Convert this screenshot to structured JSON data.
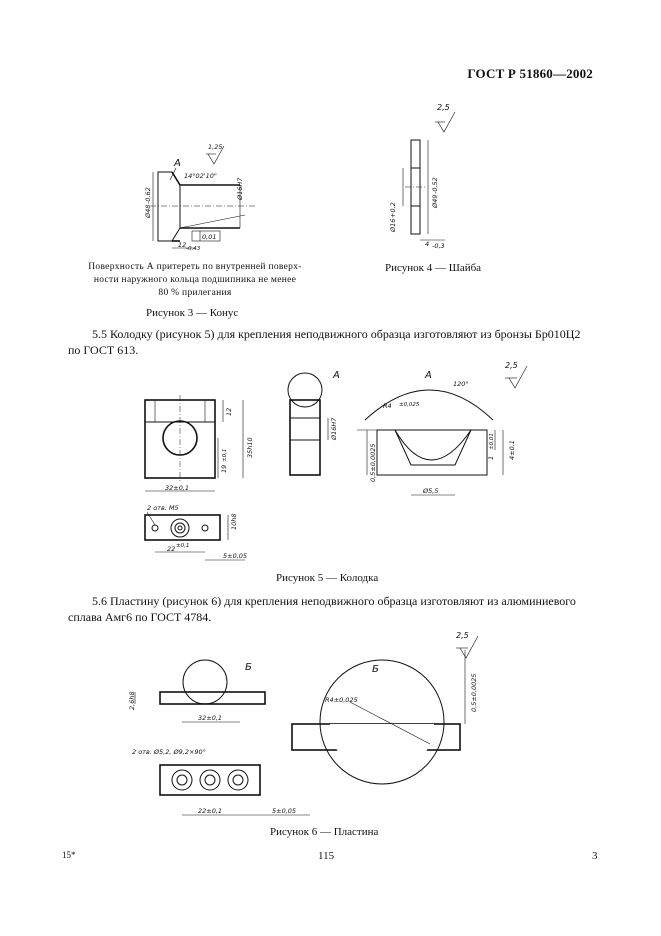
{
  "header": {
    "standard": "ГОСТ Р 51860—2002"
  },
  "figure3": {
    "caption": "Рисунок 3 — Конус",
    "note_lines": [
      "Поверхность А притереть по внутренней поверх-",
      "ности наружного кольца подшипника не менее",
      "80 % прилегания"
    ],
    "dims": {
      "roughness": "1,25",
      "label_a": "А",
      "angle": "14°02'10\"",
      "dia_right": "Ø16H7",
      "dia_left": "Ø48",
      "dia_left_tol": "-0,62",
      "length": "12",
      "length_tol": "-0,43",
      "runout": "0,01"
    }
  },
  "figure4": {
    "caption": "Рисунок 4 — Шайба",
    "dims": {
      "roughness": "2,5",
      "dia_inner": "Ø16",
      "dia_inner_tol": "+0,2",
      "dia_outer": "Ø49",
      "dia_outer_tol": "-0,52",
      "thickness": "4",
      "thickness_tol": "-0,3"
    }
  },
  "para_5_5": {
    "line1": "5.5 Колодку (рисунок 5) для крепления неподвижного образца изготовляют из бронзы Бр010Ц2",
    "line2": "по ГОСТ 613."
  },
  "figure5": {
    "caption": "Рисунок 5 — Колодка",
    "dims": {
      "label_a1": "А",
      "label_a2": "А",
      "roughness": "2,5",
      "h12": "12",
      "h35": "35h10",
      "h19": "19",
      "h19_tol": "±0,1",
      "w32": "32±0,1",
      "dia16": "Ø16H7",
      "holes": "2 отв. M5",
      "w22": "22",
      "w22_tol": "±0,1",
      "w5": "5±0,05",
      "h10": "10h8",
      "angle": "120°",
      "radius": "R4",
      "radius_tol": "±0,025",
      "h1": "1",
      "h1_tol": "±0,01",
      "h4": "4±0,1",
      "h05": "0,5±0,0025",
      "dia55": "Ø5,5"
    }
  },
  "para_5_6": {
    "line1": "5.6 Пластину (рисунок 6) для крепления неподвижного образца изготовляют из алюминиевого",
    "line2": "сплава Амг6 по ГОСТ 4784."
  },
  "figure6": {
    "caption": "Рисунок 6 — Пластина",
    "dims": {
      "roughness": "2,5",
      "label_b1": "Б",
      "label_b2": "Б",
      "h26": "2,6h8",
      "w32": "32±0,1",
      "radius": "R4±0,025",
      "h05": "0,5±0,0025",
      "holes": "2 отв. Ø5,2, Ø9,2×90°",
      "w22": "22±0,1",
      "w5": "5±0,05"
    }
  },
  "footer": {
    "left": "15*",
    "center": "115",
    "right": "3"
  }
}
